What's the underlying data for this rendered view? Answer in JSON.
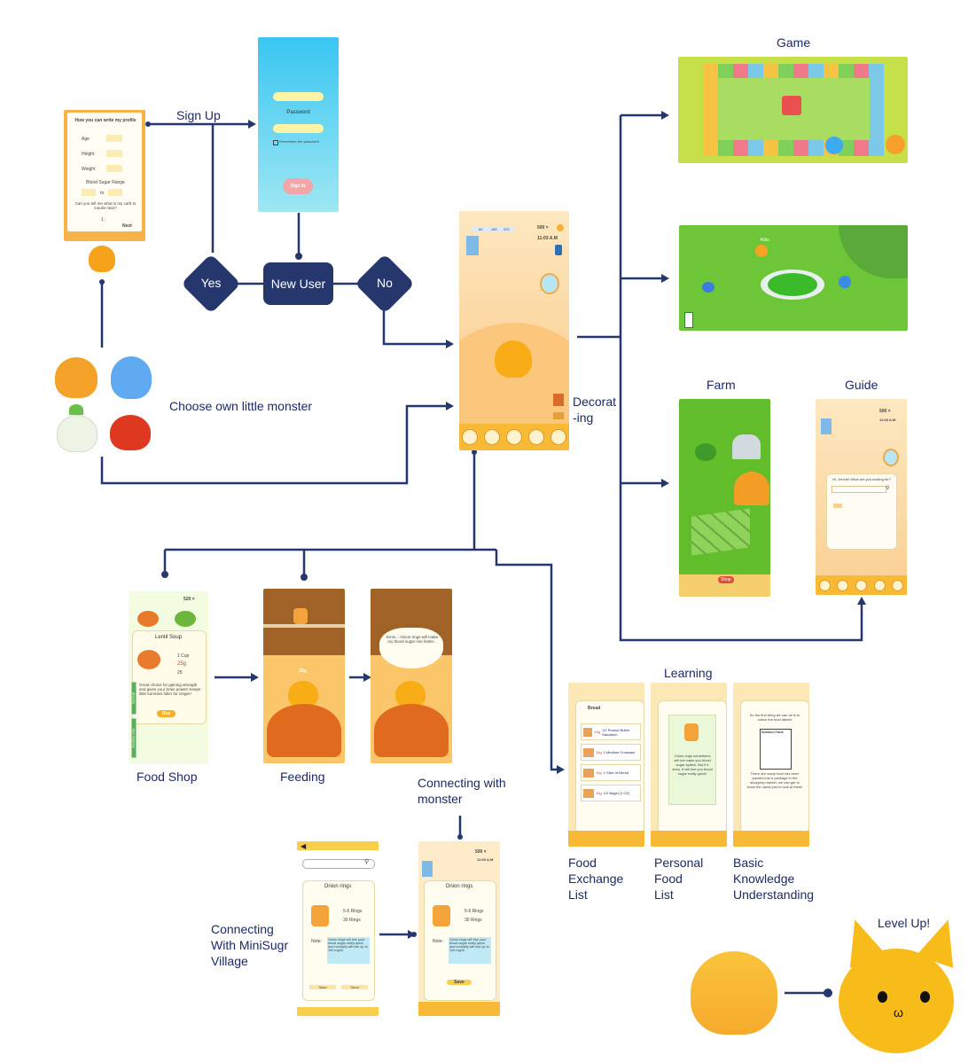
{
  "labels": {
    "sign_up": "Sign Up",
    "yes": "Yes",
    "new_user": "New User",
    "no": "No",
    "choose_monster": "Choose own little monster",
    "decorating": "Decorat\n-ing",
    "game": "Game",
    "farm": "Farm",
    "guide": "Guide",
    "learning": "Learning",
    "food_shop": "Food Shop",
    "feeding": "Feeding",
    "connecting_monster": "Connecting with\nmonster",
    "connecting_village": "Connecting\nWith MiniSugr\nVillage",
    "food_exchange": "Food\nExchange\nList",
    "personal_food": "Personal\nFood\nList",
    "basic_knowledge": "Basic\nKnowledge\nUnderstanding",
    "level_up": "Level Up!"
  },
  "profile_form": {
    "title": "How you can write my profile",
    "age": "Age",
    "height": "Height",
    "weight": "Weight",
    "blood_sugar_range": "Blood Sugar Range",
    "to": "to",
    "carb_question": "Can you tell me what is my carb to insulin ratio?",
    "ratio_sep": "1 :",
    "next": "Next"
  },
  "signin": {
    "password": "Password",
    "remember": "Remember the password",
    "button": "Sign In"
  },
  "home": {
    "coins": "500 ×",
    "time": "11:03 A.M",
    "ranges": [
      "60",
      "180",
      "220"
    ]
  },
  "shop": {
    "coins": "520 ×",
    "item": "Lentil Soup",
    "cup": "1 Cup",
    "grams": "25g",
    "price": "25",
    "desc": "Great choice for gaining strength and gives your brain power! Keeps little tummies fuller for longer!",
    "buy": "Buy",
    "tab1": "Starchy",
    "tab2": "Non Starchy"
  },
  "feeding": {
    "grams": "25g",
    "speech": "Emm... Onion rings will make my blood sugar rise faster..."
  },
  "guide_screen": {
    "coins": "500 ×",
    "time": "11:03 A.M",
    "greeting": "Hi, Jennie! What are you looking for?"
  },
  "learning": {
    "exchange_title": "Bread",
    "exchange_rows": [
      {
        "g": "15g",
        "t": "1/2 Peanut Butter Sandwich"
      },
      {
        "g": "15g",
        "t": "1 Medium Croissant"
      },
      {
        "g": "15g",
        "t": "1 Slice of Bread"
      },
      {
        "g": "15g",
        "t": "1/2 Bagel (1 OZ)"
      }
    ],
    "personal_text": "Onion rings sometimes will not make you blood sugar spikes. But if it does, it will rise you blood sugar really quick!",
    "basic_top": "So the first thing we can do is to notice the food labels!",
    "basic_label": "Nutrition Facts",
    "basic_bottom": "There are many food has been packed into a package in the shopping market, we can get to know the carbs just to look at them!"
  },
  "village": {
    "item": "Onion rings",
    "rings": "5-6 Rings",
    "grams": "30 Rings",
    "note_label": "Note:",
    "note": "Onion rings will rise your blood sugar really quick and normally will rise up to 190 mg/dl",
    "save": "Save",
    "send": "Send"
  },
  "monster_screen": {
    "coins": "500 ×",
    "time": "11:03 A.M",
    "item": "Onion rings",
    "rings": "5-6 Rings",
    "grams": "30 Rings",
    "note_label": "Note:",
    "note": "Onion rings will rise your blood sugar really quick and normally will rise up to 190 mg/dl",
    "save": "Save"
  },
  "farm_screen": {
    "shop": "Shop"
  },
  "game_screen": {
    "player": "Kiko"
  },
  "colors": {
    "navy": "#26376e",
    "orange": "#f8b936",
    "monster": "#f7b42a"
  }
}
